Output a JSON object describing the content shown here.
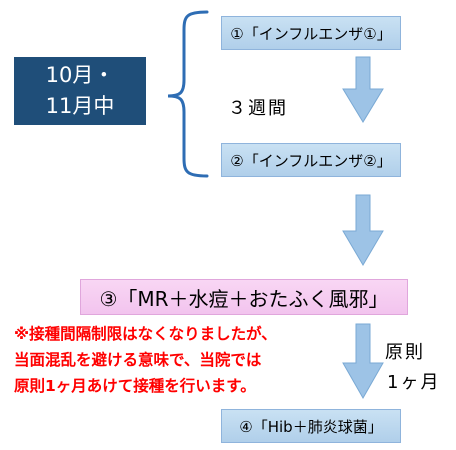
{
  "period": {
    "line1": "10月・",
    "line2": "11月中"
  },
  "steps": [
    {
      "label": "①「インフルエンザ①」"
    },
    {
      "label": "②「インフルエンザ②」"
    },
    {
      "label": "③「MR＋水痘＋おたふく風邪」"
    },
    {
      "label": "④「Hib＋肺炎球菌」"
    }
  ],
  "interval1": "３週間",
  "interval2": {
    "line1": "原則",
    "line2": "1ヶ月"
  },
  "note": [
    "※接種間隔制限はなくなりましたが、",
    "当面混乱を避ける意味で、当院では",
    "原則1ヶ月あけて接種を行います。"
  ],
  "colors": {
    "period_bg": "#1f4e79",
    "step_blue": "#bcd7ee",
    "step_pink": "#f5cbf0",
    "arrow": "#9dc3e6",
    "brace": "#2e6db4",
    "note_text": "#ff0000"
  }
}
